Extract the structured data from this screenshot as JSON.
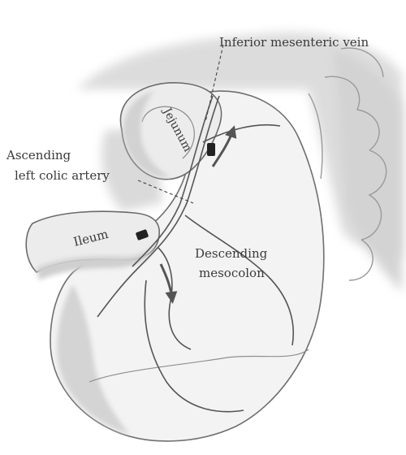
{
  "labels": {
    "imv": "Inferior mesenteric vein",
    "jejunum": "Jejunum",
    "ascending": "Ascending",
    "left_colic_artery": "left colic artery",
    "ileum": "Ileum",
    "descending": "Descending",
    "mesocolon": "mesocolon"
  },
  "colors": {
    "ink": "#3a3a3a",
    "shade": "#b8b8b8",
    "fill": "#f2f2f2"
  }
}
